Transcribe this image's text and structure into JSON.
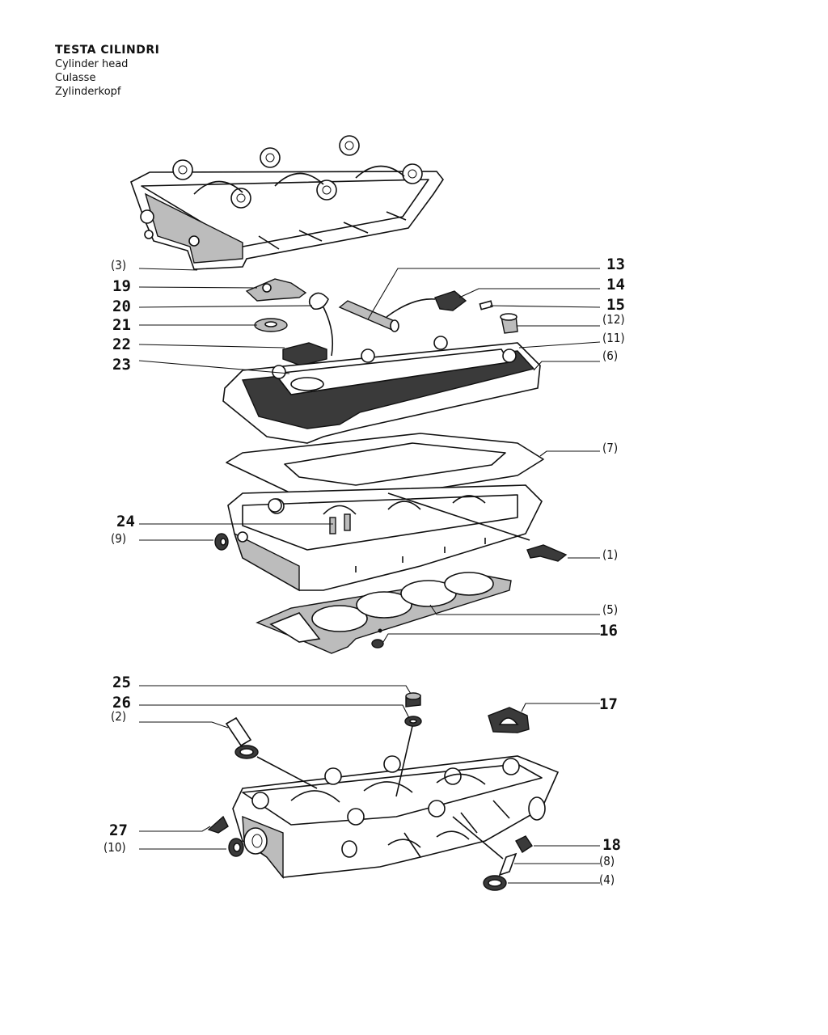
{
  "header": {
    "title": "TESTA CILINDRI",
    "subtitle_en": "Cylinder head",
    "subtitle_fr": "Culasse",
    "subtitle_de": "Zylinderkopf"
  },
  "callouts": {
    "c1": "(1)",
    "c2": "(2)",
    "c3": "(3)",
    "c4": "(4)",
    "c5": "(5)",
    "c6": "(6)",
    "c7": "(7)",
    "c8": "(8)",
    "c9": "(9)",
    "c10": "(10)",
    "c11": "(11)",
    "c12": "(12)",
    "c13": "13",
    "c14": "14",
    "c15": "15",
    "c16": "16",
    "c17": "17",
    "c18": "18",
    "c19": "19",
    "c20": "20",
    "c21": "21",
    "c22": "22",
    "c23": "23",
    "c24": "24",
    "c25": "25",
    "c26": "26",
    "c27": "27"
  },
  "colors": {
    "ink": "#111111",
    "paper": "#ffffff",
    "shade": "#bcbcbc"
  }
}
